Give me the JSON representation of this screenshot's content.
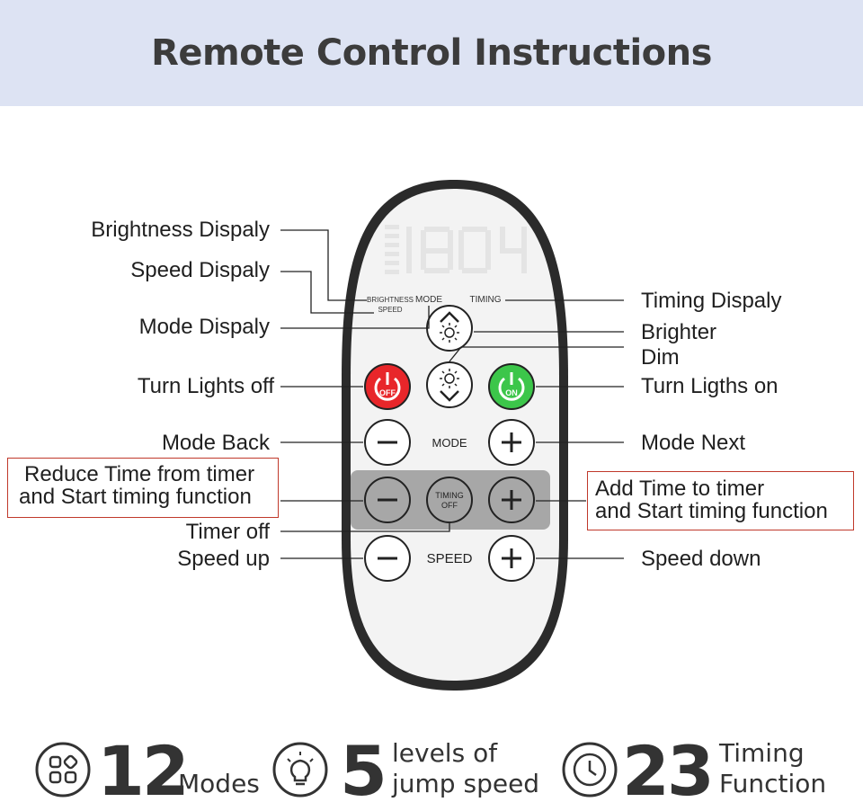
{
  "title": "Remote Control Instructions",
  "remote": {
    "display_digits": "1804",
    "brightness_tag": "BRIGHTNESS",
    "speed_tag": "SPEED",
    "mode_tag": "MODE",
    "timing_tag": "TIMING",
    "off_label": "OFF",
    "on_label": "ON",
    "mode_label": "MODE",
    "timing_off_line1": "TIMING",
    "timing_off_line2": "OFF",
    "speed_label": "SPEED",
    "colors": {
      "off": "#e8262a",
      "on": "#3cc64a",
      "timer_bar": "#a7a7a7",
      "casing": "#2b2b2b"
    }
  },
  "labels": {
    "brightness_display": "Brightness Dispaly",
    "speed_display": "Speed Dispaly",
    "mode_display": "Mode Dispaly",
    "turn_lights_off": "Turn Lights off",
    "mode_back": "Mode Back",
    "reduce_time_line1": "Reduce Time from timer",
    "reduce_time_line2": "and Start timing function",
    "timer_off": "Timer off",
    "speed_up": "Speed up",
    "timing_display": "Timing Dispaly",
    "brighter": "Brighter",
    "dim": "Dim",
    "turn_lights_on": "Turn Ligths on",
    "mode_next": "Mode Next",
    "add_time_line1": "Add Time to timer",
    "add_time_line2": "and Start timing function",
    "speed_down": "Speed down"
  },
  "stats": [
    {
      "icon": "modes-grid-icon",
      "number": "12",
      "text": "Modes"
    },
    {
      "icon": "lightbulb-icon",
      "number": "5",
      "text_line1": "levels of",
      "text_line2": "jump speed"
    },
    {
      "icon": "clock-icon",
      "number": "23",
      "text_line1": "Timing",
      "text_line2": "Function"
    }
  ]
}
